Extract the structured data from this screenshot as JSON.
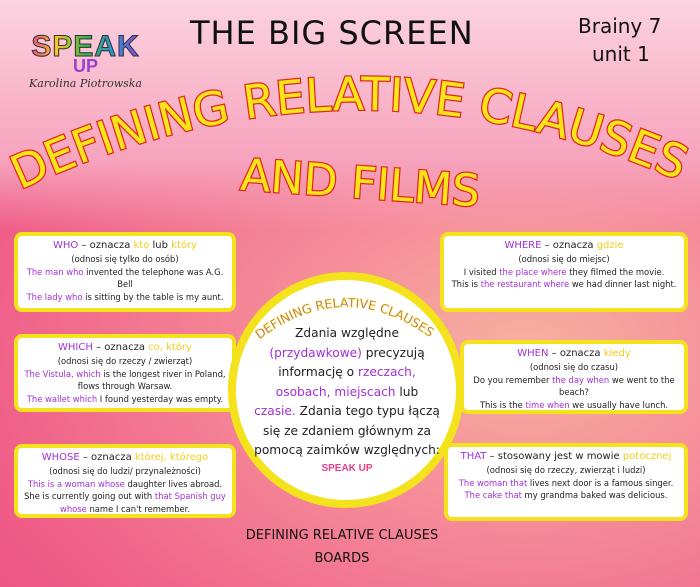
{
  "header": {
    "title": "THE BIG SCREEN",
    "level": "Brainy 7",
    "unit": "unit 1"
  },
  "logo": {
    "speak": "SPEAK",
    "up": "UP",
    "author": "Karolina Piotrowska"
  },
  "main_title": {
    "line1": "DEFINING RELATIVE CLAUSES",
    "line2": "AND FILMS"
  },
  "colors": {
    "purple": "#a22fd6",
    "yellow": "#f2cc1a",
    "border": "#f3e21c",
    "title_fill": "#f7e51a",
    "title_stroke": "#e0281e"
  },
  "cards": [
    {
      "id": "who",
      "lines": [
        [
          [
            "WHO",
            "p"
          ],
          [
            "  – oznacza ",
            ""
          ],
          [
            "kto",
            "y"
          ],
          [
            " lub ",
            ""
          ],
          [
            "który",
            "y"
          ]
        ],
        [
          [
            "(odnosi się tylko do osób)",
            ""
          ]
        ],
        [
          [
            "The man who",
            "p"
          ],
          [
            " invented the telephone was A.G. Bell",
            ""
          ]
        ],
        [
          [
            "The lady who",
            "p"
          ],
          [
            " is sitting by the table is my aunt.",
            ""
          ]
        ]
      ]
    },
    {
      "id": "which",
      "lines": [
        [
          [
            "WHICH",
            "p"
          ],
          [
            " – oznacza ",
            ""
          ],
          [
            "co, który",
            "y"
          ]
        ],
        [
          [
            "(odnosi się do rzeczy / zwierząt)",
            ""
          ]
        ],
        [
          [
            "The Vistula, which",
            "p"
          ],
          [
            " is the longest river in Poland, flows through Warsaw.",
            ""
          ]
        ],
        [
          [
            "The wallet which",
            "p"
          ],
          [
            " I found yesterday was empty.",
            ""
          ]
        ]
      ]
    },
    {
      "id": "whose",
      "lines": [
        [
          [
            "WHOSE",
            "p"
          ],
          [
            " – oznacza ",
            ""
          ],
          [
            "której, którego",
            "y"
          ]
        ],
        [
          [
            "(odnosi się do ludzi/ przynależności)",
            ""
          ]
        ],
        [
          [
            "This is a woman whose",
            "p"
          ],
          [
            " daughter lives abroad.",
            ""
          ]
        ],
        [
          [
            "She is currently going out with ",
            ""
          ],
          [
            "that Spanish guy whose",
            "p"
          ],
          [
            " name I can't remember.",
            ""
          ]
        ]
      ]
    },
    {
      "id": "where",
      "lines": [
        [
          [
            "WHERE",
            "p"
          ],
          [
            " – oznacza ",
            ""
          ],
          [
            "gdzie",
            "y"
          ]
        ],
        [
          [
            "(odnosi się do miejsc)",
            ""
          ]
        ],
        [
          [
            "I visited ",
            ""
          ],
          [
            "the place where",
            "p"
          ],
          [
            " they filmed the movie.",
            ""
          ]
        ],
        [
          [
            "This is ",
            ""
          ],
          [
            "the restaurant where",
            "p"
          ],
          [
            " we had dinner last night.",
            ""
          ]
        ]
      ]
    },
    {
      "id": "when",
      "lines": [
        [
          [
            "WHEN",
            "p"
          ],
          [
            " – oznacza ",
            ""
          ],
          [
            "kiedy",
            "y"
          ]
        ],
        [
          [
            "(odnosi się do czasu)",
            ""
          ]
        ],
        [
          [
            "Do you remember ",
            ""
          ],
          [
            "the day when",
            "p"
          ],
          [
            " we went to the beach?",
            ""
          ]
        ],
        [
          [
            "This is the ",
            ""
          ],
          [
            "time when",
            "p"
          ],
          [
            " we usually have lunch.",
            ""
          ]
        ]
      ]
    },
    {
      "id": "that",
      "lines": [
        [
          [
            "THAT",
            "p"
          ],
          [
            " – stosowany jest w mowie ",
            ""
          ],
          [
            "potocznej",
            "y"
          ]
        ],
        [
          [
            "(odnosi się do rzeczy, zwierząt i ludzi)",
            ""
          ]
        ],
        [
          [
            "The woman that",
            "p"
          ],
          [
            " lives next door is a famous singer.",
            ""
          ]
        ],
        [
          [
            "The cake that",
            "p"
          ],
          [
            " my grandma baked was delicious.",
            ""
          ]
        ]
      ]
    }
  ],
  "circle": {
    "arc_title": "DEFINING RELATIVE CLAUSES",
    "text": [
      [
        "Zdania względne ",
        ""
      ],
      [
        "(przydawkowe)",
        "p"
      ],
      [
        " precyzują informację o ",
        ""
      ],
      [
        "rzeczach, osobach, miejscach",
        "p"
      ],
      [
        " lub ",
        ""
      ],
      [
        "czasie.",
        "p"
      ],
      [
        " Zdania tego typu łączą się ze zdaniem głównym za pomocą zaimków względnych:",
        ""
      ]
    ],
    "logo": "SPEAK UP"
  },
  "footer": {
    "line1": "DEFINING RELATIVE CLAUSES",
    "line2": "BOARDS"
  }
}
